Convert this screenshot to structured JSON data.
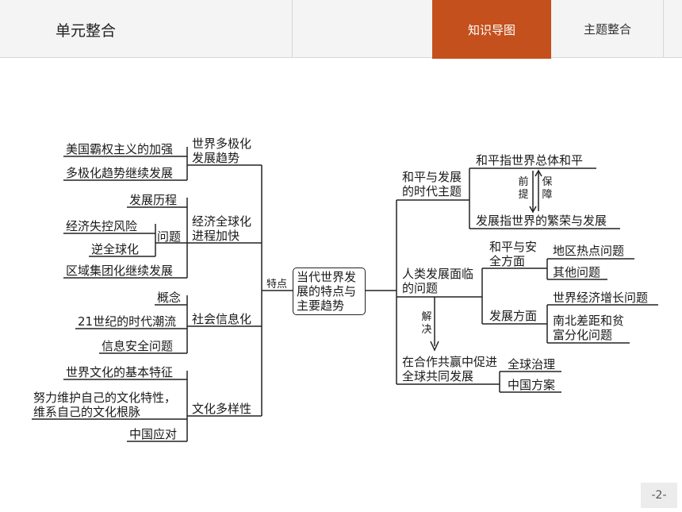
{
  "header": {
    "unit_title": "单元整合",
    "tabs": [
      {
        "label": "知识导图",
        "active": true
      },
      {
        "label": "主题整合",
        "active": false
      }
    ],
    "accent_color": "#c4501d"
  },
  "page_number": "-2-",
  "diagram": {
    "center": "当代世界发展的特点与主要趋势",
    "left_connector": "特点",
    "left": {
      "b1": {
        "label": "世界多极化发展趋势",
        "leaves": [
          "美国霸权主义的加强",
          "多极化趋势继续发展"
        ]
      },
      "b2": {
        "label": "经济全球化进程加快",
        "leaves": [
          "发展历程",
          "经济失控风险",
          "逆全球化",
          "问题",
          "区域集团化继续发展"
        ]
      },
      "b3": {
        "label": "社会信息化",
        "leaves": [
          "概念",
          "21世纪的时代潮流",
          "信息安全问题"
        ]
      },
      "b4": {
        "label": "文化多样性",
        "leaves": [
          "世界文化的基本特征",
          "努力维护自己的文化特性，维系自己的文化根脉",
          "中国应对"
        ]
      }
    },
    "right": {
      "r1": {
        "label": "和平与发展的时代主题",
        "top": "和平指世界总体和平",
        "bottom": "发展指世界的繁荣与发展",
        "left_arrow": "前提",
        "right_arrow": "保障"
      },
      "r2": {
        "label": "人类发展面临的问题",
        "sub1": "和平与安全方面",
        "sub1_leaves": [
          "地区热点问题",
          "其他问题"
        ],
        "sub2": "发展方面",
        "sub2_leaves": [
          "世界经济增长问题",
          "南北差距和贫富分化问题"
        ]
      },
      "solve": "解决",
      "r3": {
        "label": "在合作共赢中促进全球共同发展",
        "leaves": [
          "全球治理",
          "中国方案"
        ]
      }
    }
  }
}
